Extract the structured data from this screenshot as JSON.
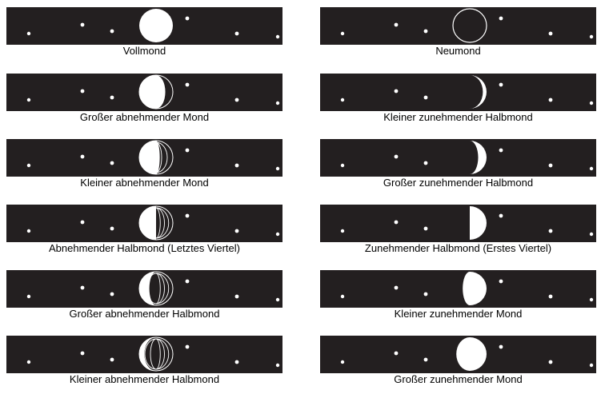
{
  "colors": {
    "sky": "#231f20",
    "moon": "#ffffff",
    "caption_text": "#000000"
  },
  "phases": {
    "left": [
      {
        "label": "Vollmond",
        "phase": "full"
      },
      {
        "label": "Großer abnehmender Mond",
        "phase": "waning-gibbous-large"
      },
      {
        "label": "Kleiner abnehmender Mond",
        "phase": "waning-gibbous-small"
      },
      {
        "label": "Abnehmender Halbmond (Letztes Viertel)",
        "phase": "last-quarter"
      },
      {
        "label": "Großer abnehmender Halbmond",
        "phase": "waning-crescent-large"
      },
      {
        "label": "Kleiner abnehmender Halbmond",
        "phase": "waning-crescent-small"
      }
    ],
    "right": [
      {
        "label": "Neumond",
        "phase": "new"
      },
      {
        "label": "Kleiner zunehmender Halbmond",
        "phase": "waxing-crescent-small"
      },
      {
        "label": "Großer zunehmender Halbmond",
        "phase": "waxing-crescent-large"
      },
      {
        "label": "Zunehmender Halbmond (Erstes Viertel)",
        "phase": "first-quarter"
      },
      {
        "label": "Kleiner zunehmender Mond",
        "phase": "waxing-gibbous-small"
      },
      {
        "label": "Großer zunehmender Mond",
        "phase": "waxing-gibbous-large"
      }
    ]
  }
}
